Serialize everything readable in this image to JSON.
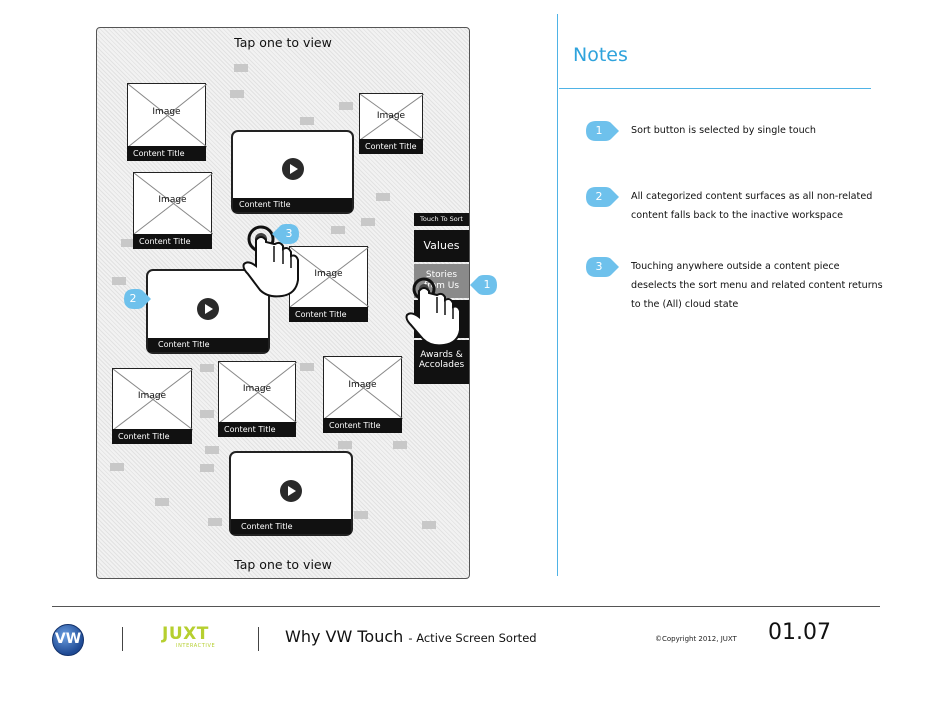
{
  "screen": {
    "tap_top": "Tap one to view",
    "tap_bottom": "Tap one to view",
    "image_label": "Image",
    "content_title": "Content Title"
  },
  "sort_menu": {
    "header": "Touch To Sort",
    "items": [
      "Values",
      "Stories",
      "from Us",
      "Awards &",
      "Accolades"
    ]
  },
  "callouts": [
    "1",
    "2",
    "3"
  ],
  "notes": {
    "title": "Notes",
    "items": [
      {
        "num": "1",
        "text": "Sort button is selected by single touch"
      },
      {
        "num": "2",
        "text": "All categorized content surfaces as all non-related content falls back to the inactive workspace"
      },
      {
        "num": "3",
        "text": "Touching anywhere outside a content piece deselects the sort menu and related content returns to the (All) cloud state"
      }
    ]
  },
  "footer": {
    "brand_logo": "VW",
    "juxt_logo": "JUXT",
    "juxt_sub": "INTERACTIVE",
    "title": "Why VW Touch",
    "subtitle": "- Active Screen Sorted",
    "copyright": "©Copyright 2012, JUXT",
    "page_number": "01.07"
  },
  "colors": {
    "accent_blue": "#4fb3e6",
    "callout_blue": "#6ec1ec",
    "juxt_green": "#b6cf2f"
  }
}
